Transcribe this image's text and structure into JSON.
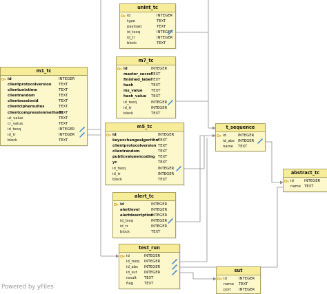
{
  "tables": {
    "unint_tc": {
      "title": "unint_tc",
      "rows": [
        {
          "name": "id",
          "type": "INTEGER",
          "key": true,
          "bold": false
        },
        {
          "name": "type",
          "type": "TEXT",
          "bold": false
        },
        {
          "name": "payload",
          "type": "TEXT",
          "bold": false
        },
        {
          "name": "id_tseq",
          "type": "INTEGER",
          "link": true,
          "bold": false
        },
        {
          "name": "id_tr",
          "type": "INTEGER",
          "bold": false
        },
        {
          "name": "block",
          "type": "TEXT",
          "bold": false
        }
      ]
    },
    "m7_tc": {
      "title": "m7_tc",
      "rows": [
        {
          "name": "id",
          "type": "INTEGER",
          "key": true,
          "bold": true
        },
        {
          "name": "master_secret",
          "type": "TEXT",
          "bold": true
        },
        {
          "name": "finished_label",
          "type": "TEXT",
          "bold": true
        },
        {
          "name": "hash",
          "type": "TEXT",
          "bold": true
        },
        {
          "name": "ms_value",
          "type": "TEXT",
          "bold": true
        },
        {
          "name": "hash_value",
          "type": "TEXT",
          "bold": true
        },
        {
          "name": "id_tseq",
          "type": "INTEGER",
          "link": true,
          "bold": false
        },
        {
          "name": "id_tr",
          "type": "INTEGER",
          "bold": false
        },
        {
          "name": "block",
          "type": "TEXT",
          "bold": false
        }
      ]
    },
    "m1_tc": {
      "title": "m1_tc",
      "rows": [
        {
          "name": "id",
          "type": "INTEGER",
          "key": true,
          "bold": true
        },
        {
          "name": "clientprotocolversion",
          "type": "TEXT",
          "bold": true
        },
        {
          "name": "clientunixtime",
          "type": "TEXT",
          "bold": true
        },
        {
          "name": "clientrandom",
          "type": "TEXT",
          "bold": true
        },
        {
          "name": "clientsessionid",
          "type": "TEXT",
          "bold": true
        },
        {
          "name": "clientciphersuites",
          "type": "TEXT",
          "bold": true
        },
        {
          "name": "clientcompressionmethods",
          "type": "TEXT",
          "bold": true
        },
        {
          "name": "ut_value",
          "type": "TEXT",
          "bold": false
        },
        {
          "name": "cr_value",
          "type": "TEXT",
          "bold": false
        },
        {
          "name": "id_tseq",
          "type": "INTEGER",
          "link": true,
          "bold": false
        },
        {
          "name": "id_tr",
          "type": "INTEGER",
          "link": true,
          "bold": false
        },
        {
          "name": "block",
          "type": "TEXT",
          "bold": false
        }
      ]
    },
    "m5_tc": {
      "title": "m5_tc",
      "rows": [
        {
          "name": "id",
          "type": "INTEGER",
          "key": true,
          "bold": true
        },
        {
          "name": "keyexchangealgorithm",
          "type": "TEXT",
          "bold": true
        },
        {
          "name": "clientprotocolversion",
          "type": "TEXT",
          "bold": true
        },
        {
          "name": "clientrandom",
          "type": "TEXT",
          "bold": true
        },
        {
          "name": "publicvalueencoding",
          "type": "TEXT",
          "bold": true
        },
        {
          "name": "yc",
          "type": "TEXT",
          "bold": true
        },
        {
          "name": "id_tseq",
          "type": "INTEGER",
          "link": true,
          "bold": false
        },
        {
          "name": "id_tr",
          "type": "INTEGER",
          "bold": false
        },
        {
          "name": "block",
          "type": "TEXT",
          "bold": false
        }
      ]
    },
    "t_sequence": {
      "title": "t_sequence",
      "rows": [
        {
          "name": "id",
          "type": "INTEGER",
          "key": true,
          "bold": false
        },
        {
          "name": "id_abs",
          "type": "INTEGER",
          "link": true,
          "bold": false
        },
        {
          "name": "name",
          "type": "TEXT",
          "bold": false
        }
      ]
    },
    "abstract_tc": {
      "title": "abstract_tc",
      "rows": [
        {
          "name": "id",
          "type": "INTEGER",
          "key": true,
          "bold": false
        },
        {
          "name": "name",
          "type": "TEXT",
          "bold": false
        }
      ]
    },
    "alert_tc": {
      "title": "alert_tc",
      "rows": [
        {
          "name": "id",
          "type": "INTEGER",
          "key": true,
          "bold": true
        },
        {
          "name": "alertlevel",
          "type": "INTEGER",
          "bold": true
        },
        {
          "name": "alertdescription",
          "type": "INTEGER",
          "bold": true
        },
        {
          "name": "id_tseq",
          "type": "INTEGER",
          "link": true,
          "bold": false
        },
        {
          "name": "id_tr",
          "type": "INTEGER",
          "bold": false
        },
        {
          "name": "block",
          "type": "TEXT",
          "bold": false
        }
      ]
    },
    "test_run": {
      "title": "test_run",
      "rows": [
        {
          "name": "id",
          "type": "INTEGER",
          "key": true,
          "bold": false
        },
        {
          "name": "id_tseq",
          "type": "INTEGER",
          "link": true,
          "bold": false
        },
        {
          "name": "id_abs",
          "type": "INTEGER",
          "link": true,
          "bold": false
        },
        {
          "name": "id_sut",
          "type": "INTEGER",
          "link": true,
          "bold": false
        },
        {
          "name": "result",
          "type": "TEXT",
          "bold": false
        },
        {
          "name": "flag",
          "type": "TEXT",
          "bold": false
        }
      ]
    },
    "sut": {
      "title": "sut",
      "rows": [
        {
          "name": "id",
          "type": "INTEGER",
          "key": true,
          "bold": false
        },
        {
          "name": "name",
          "type": "TEXT",
          "bold": false
        },
        {
          "name": "port",
          "type": "INTEGER",
          "bold": false
        }
      ]
    }
  },
  "watermark": "Powered by yFiles",
  "colors": {
    "header": "#f6ec9a",
    "body": "#fdf8cc",
    "border": "#a8a060",
    "edge": "#8a8a8a",
    "key": "#d4a52a",
    "link": "#2f7fd8"
  }
}
